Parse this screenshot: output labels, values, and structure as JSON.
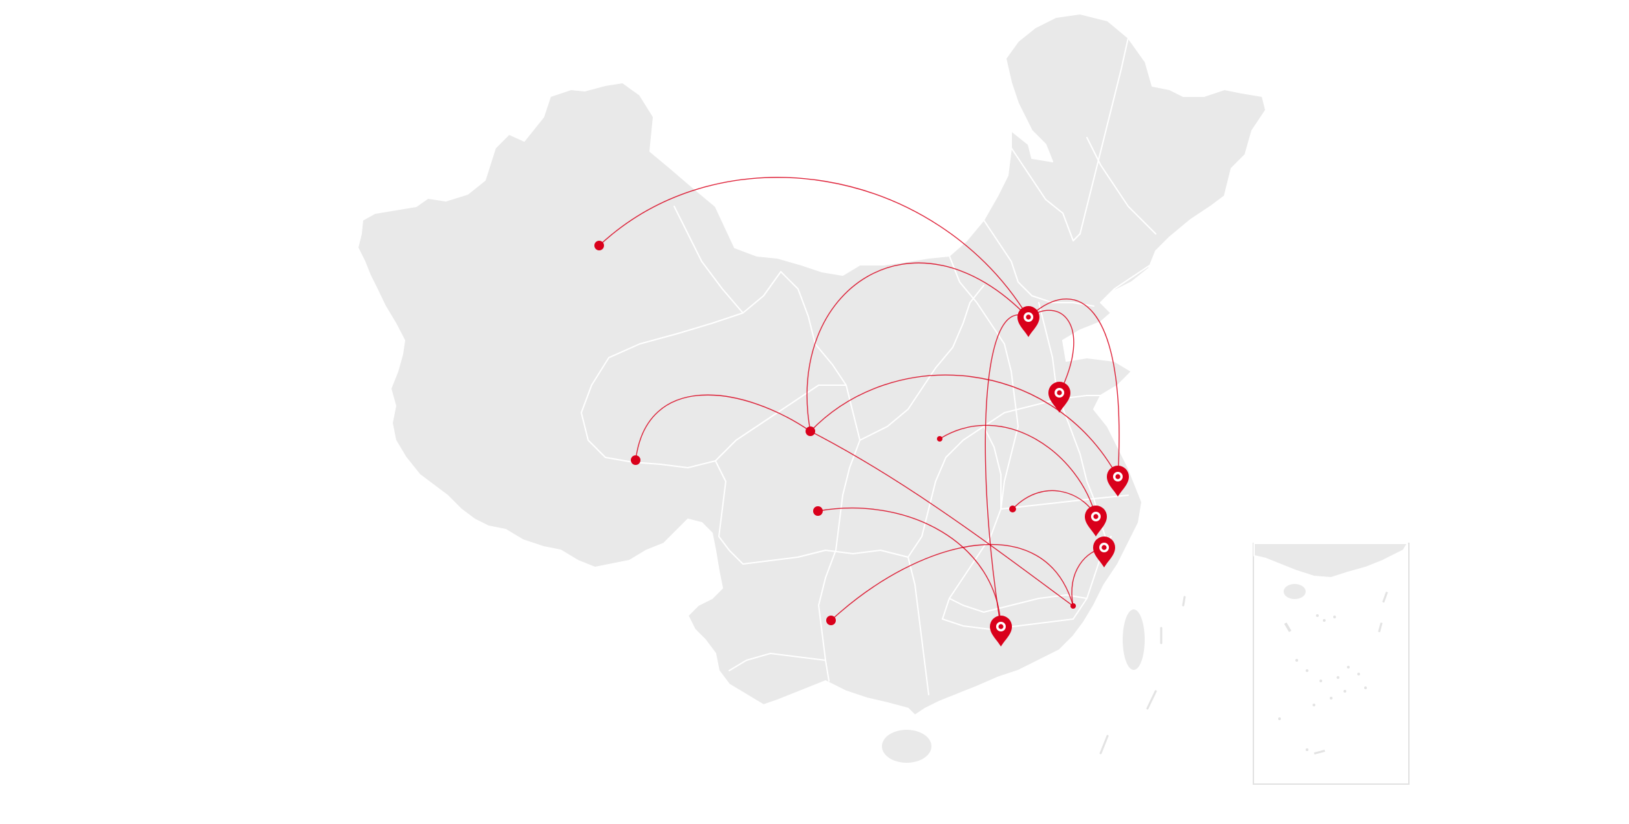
{
  "map": {
    "accent_color": "#d9001b",
    "land_color": "#e9e9e9",
    "hub_marker_icon": "location-pin-icon",
    "origin_marker_icon": "dot-icon",
    "hubs": [
      {
        "id": "hub-beijing"
      },
      {
        "id": "hub-jinan"
      },
      {
        "id": "hub-shanghai"
      },
      {
        "id": "hub-hangzhou"
      },
      {
        "id": "hub-wenzhou"
      },
      {
        "id": "hub-guangzhou"
      }
    ],
    "origins": [
      {
        "id": "origin-urumqi"
      },
      {
        "id": "origin-lhasa"
      },
      {
        "id": "origin-lanzhou"
      },
      {
        "id": "origin-chongqing"
      },
      {
        "id": "origin-kunming"
      },
      {
        "id": "origin-xian"
      },
      {
        "id": "origin-nanchang"
      },
      {
        "id": "origin-fuzhou"
      }
    ],
    "routes": [
      {
        "from": "origin-urumqi",
        "to": "hub-beijing"
      },
      {
        "from": "origin-lanzhou",
        "to": "hub-beijing"
      },
      {
        "from": "origin-lanzhou",
        "to": "hub-shanghai"
      },
      {
        "from": "origin-lanzhou",
        "to": "origin-fuzhou"
      },
      {
        "from": "origin-lhasa",
        "to": "origin-lanzhou"
      },
      {
        "from": "hub-beijing",
        "to": "hub-jinan"
      },
      {
        "from": "hub-beijing",
        "to": "hub-shanghai"
      },
      {
        "from": "hub-beijing",
        "to": "hub-guangzhou"
      },
      {
        "from": "origin-chongqing",
        "to": "hub-guangzhou"
      },
      {
        "from": "origin-kunming",
        "to": "origin-fuzhou"
      },
      {
        "from": "origin-xian",
        "to": "hub-hangzhou"
      },
      {
        "from": "origin-nanchang",
        "to": "hub-hangzhou"
      },
      {
        "from": "origin-fuzhou",
        "to": "hub-wenzhou"
      }
    ]
  }
}
